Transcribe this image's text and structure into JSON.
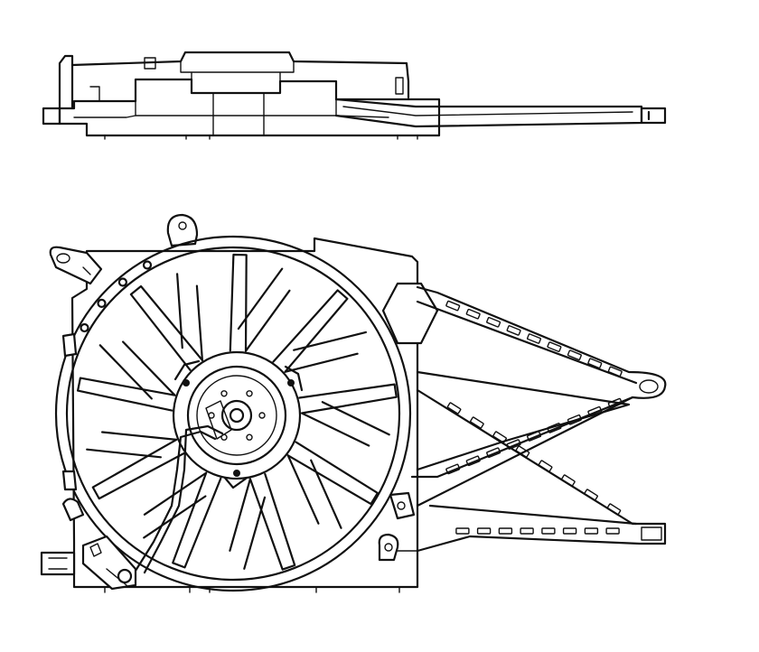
{
  "diagram": {
    "views": [
      "side-view",
      "front-view"
    ],
    "blade_count": 9,
    "stroke_color": "#111111",
    "background_color": "#ffffff"
  }
}
